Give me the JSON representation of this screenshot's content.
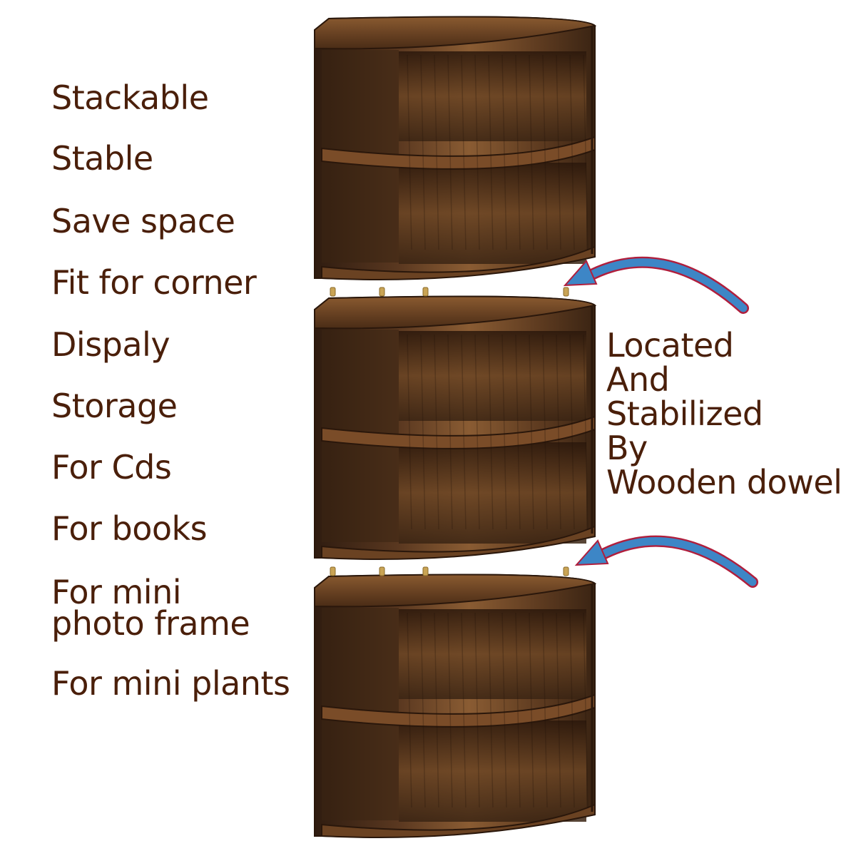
{
  "features": [
    "Stackable",
    "Stable",
    "Save space",
    "Fit for corner",
    "Dispaly",
    "Storage",
    "For Cds",
    "For books",
    "For mini\nphoto frame",
    "For mini plants"
  ],
  "callout": {
    "lines": [
      "Located",
      "And",
      "Stabilized",
      "By",
      "Wooden dowel"
    ]
  },
  "product": {
    "units": 3,
    "shelves_per_unit": 2,
    "dowels_per_joint": 4
  },
  "colors": {
    "text": "#4a1f0a",
    "wood_dark": "#3b2414",
    "wood_mid": "#6e4524",
    "wood_light": "#9a6a3c",
    "arrow_fill": "#3d86c6",
    "arrow_edge": "#b01e3c",
    "dowel": "#c9a455"
  }
}
